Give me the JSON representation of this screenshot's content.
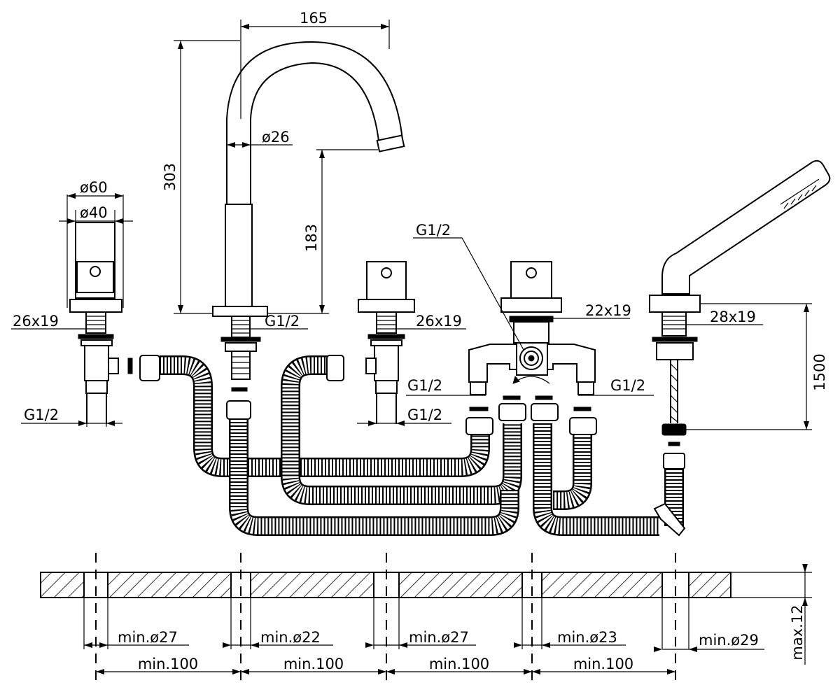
{
  "dimensions": {
    "spout_reach": "165",
    "spout_height": "303",
    "spout_outlet_height": "183",
    "spout_diameter": "ø26",
    "handle_diameter_outer": "ø60",
    "handle_diameter_inner": "ø40",
    "shank_left": "26x19",
    "shank_mid": "26x19",
    "shank_diverter": "22x19",
    "shank_shower": "28x19",
    "hose_length": "1500",
    "thread_left": "G1/2",
    "thread_spout": "G1/2",
    "thread_mid": "G1/2",
    "thread_top": "G1/2",
    "thread_box_left": "G1/2",
    "thread_box_right": "G1/2",
    "max_thickness": "max.12"
  },
  "holes": [
    {
      "label": "min.ø27"
    },
    {
      "label": "min.ø22"
    },
    {
      "label": "min.ø27"
    },
    {
      "label": "min.ø23"
    },
    {
      "label": "min.ø29"
    }
  ],
  "spacings": [
    "min.100",
    "min.100",
    "min.100",
    "min.100"
  ],
  "colors": {
    "line": "#000000",
    "background": "#ffffff"
  }
}
